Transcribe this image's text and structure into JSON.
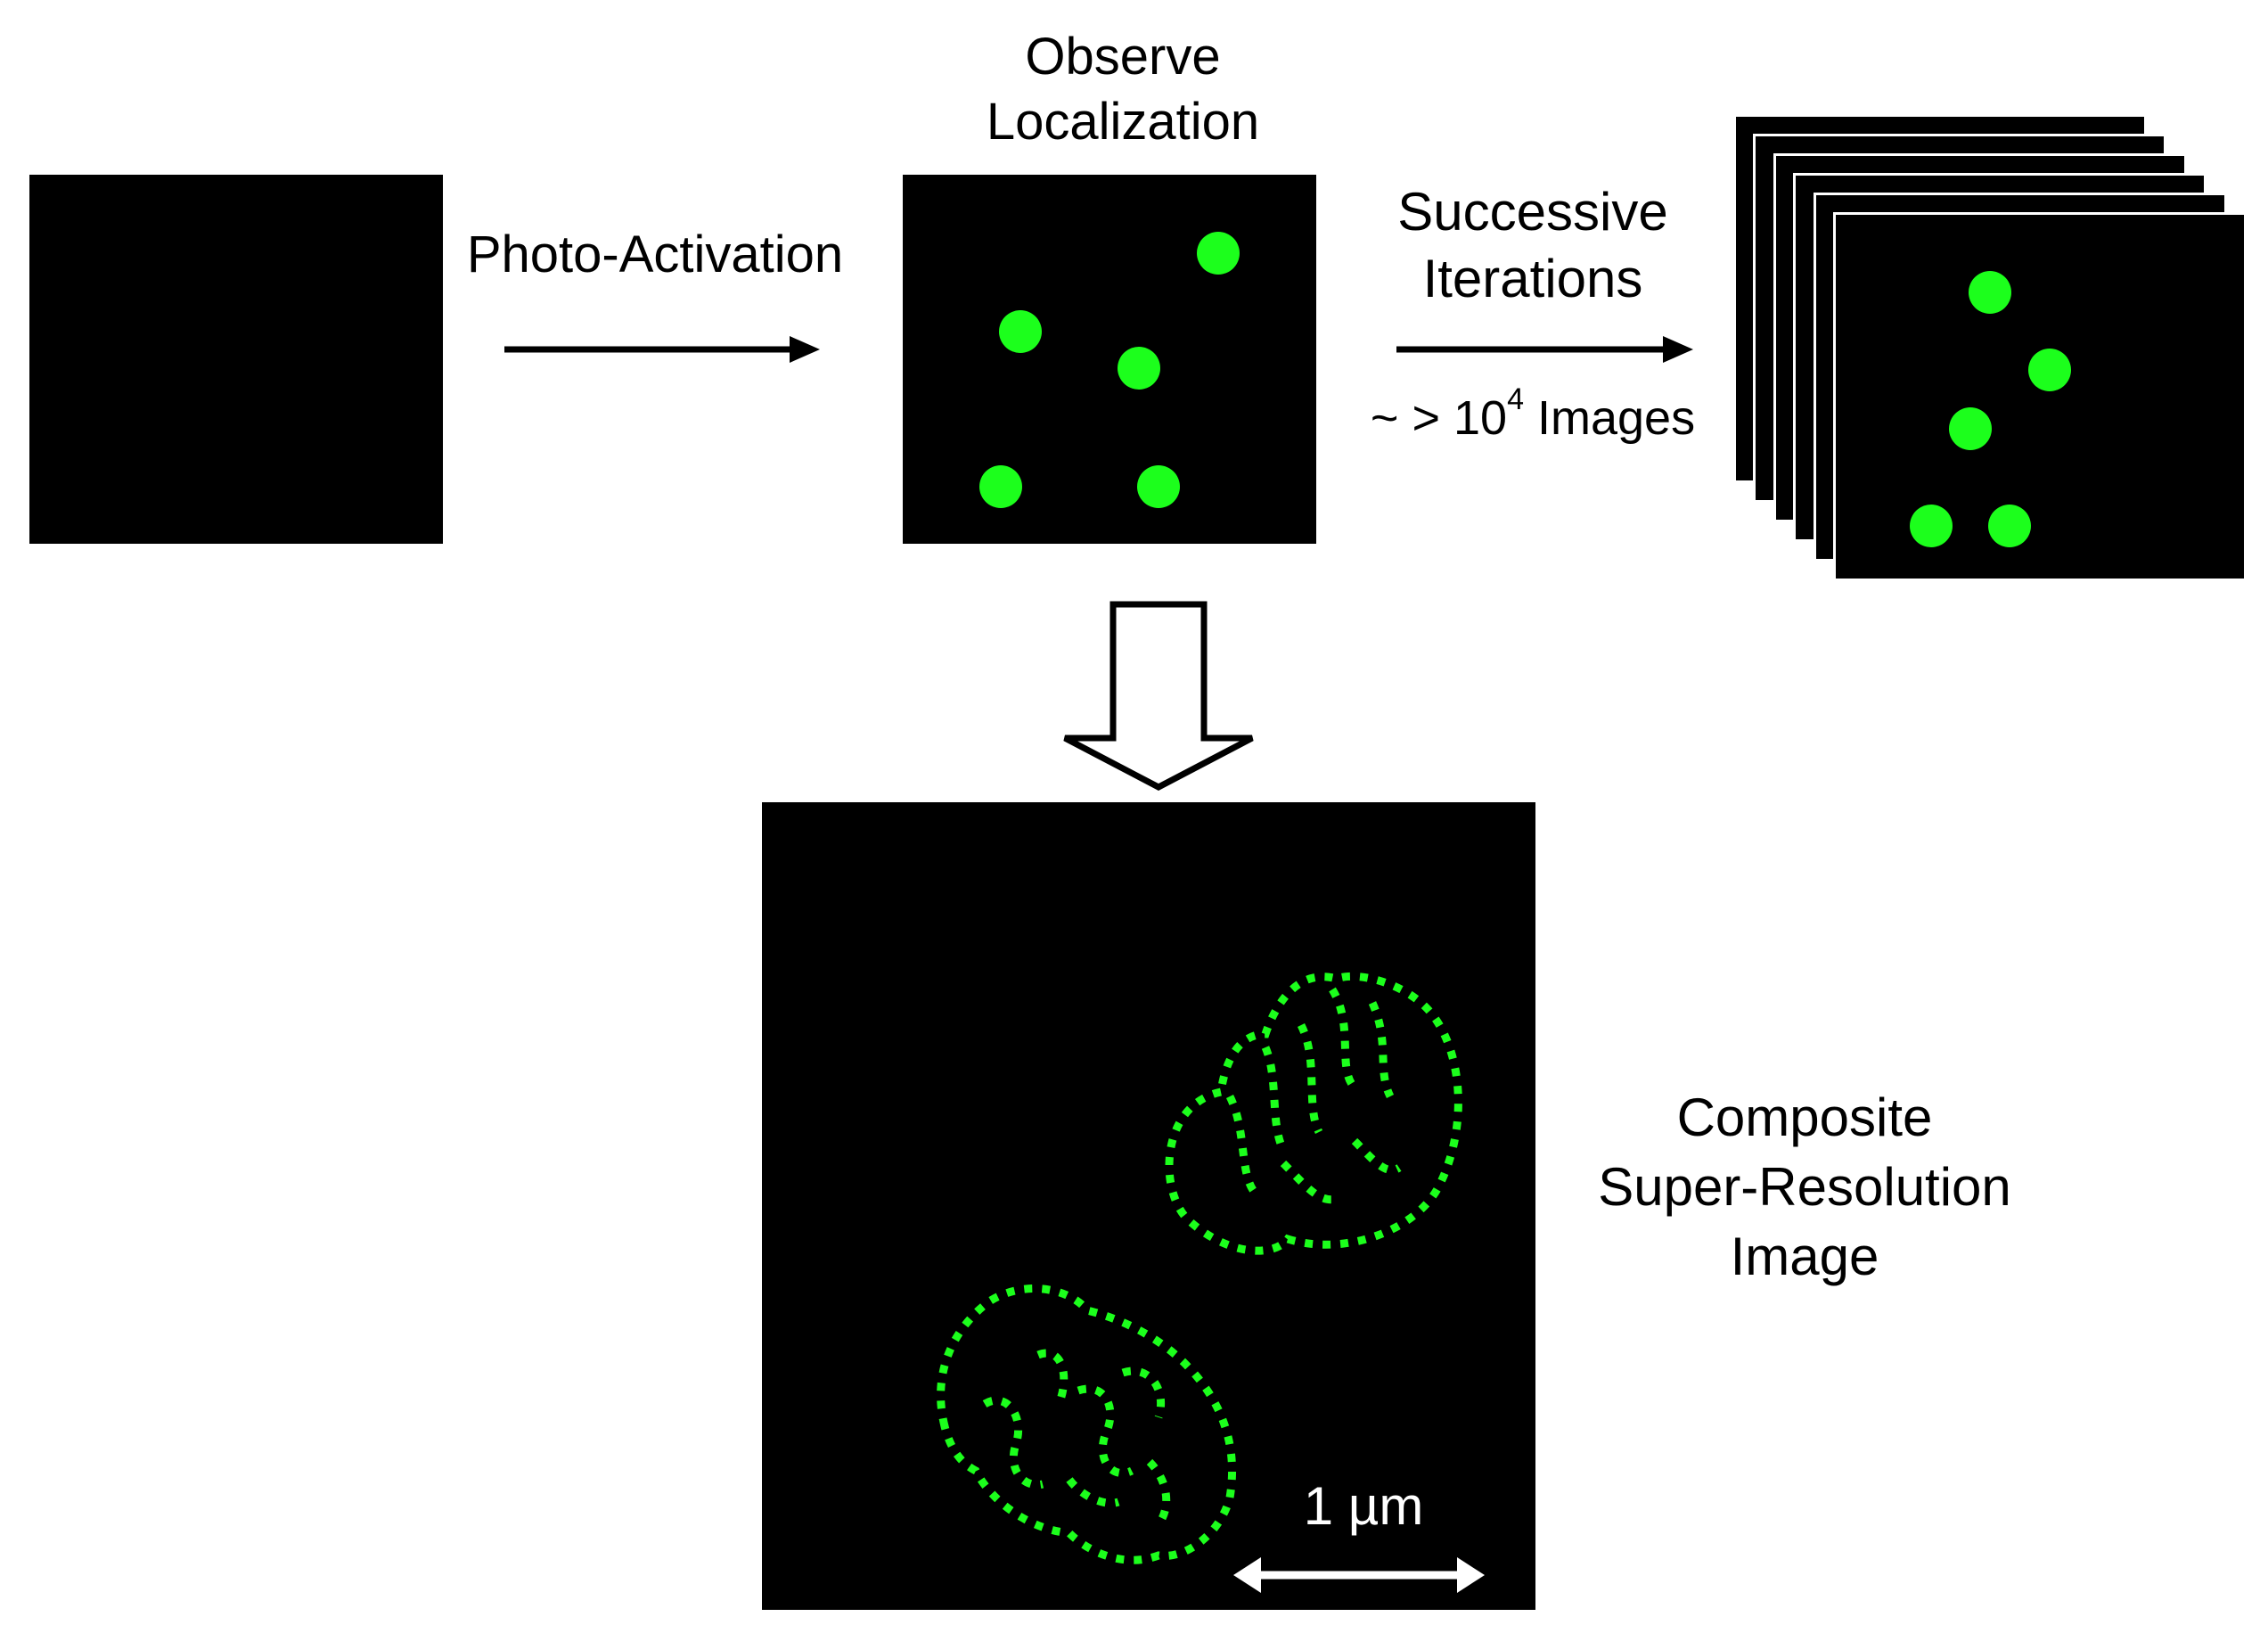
{
  "colors": {
    "panel": "#000000",
    "fluorophore": "#1cff1c",
    "scalebar": "#ffffff",
    "background": "#ffffff"
  },
  "steps": {
    "photo_activation": "Photo-Activation",
    "observe": [
      "Observe",
      "Localization"
    ],
    "iterations": [
      "Successive",
      "Iterations"
    ],
    "image_count_prefix": "~ > 10",
    "image_count_exponent": "4",
    "image_count_suffix": " Images"
  },
  "composite": {
    "label": [
      "Composite",
      "Super-Resolution",
      "Image"
    ],
    "scale_bar": "1 µm"
  }
}
